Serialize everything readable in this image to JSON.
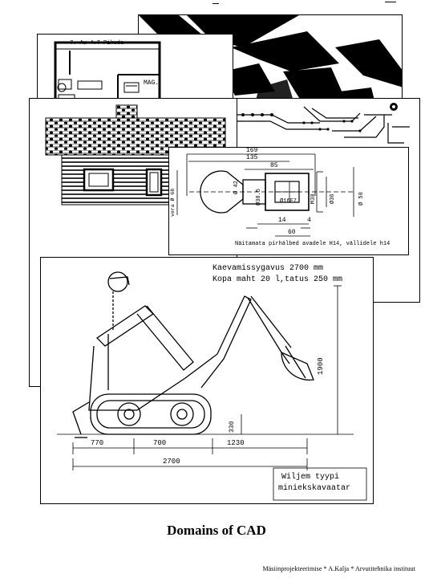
{
  "caption": "Domains of CAD",
  "footer": "Mäsiinprojekteerimise * A.Kalja * Arvutitehnika instituut",
  "floor_plan": {
    "room_label": "7. Au 4.7 Pikuda",
    "mag_label": "MAG."
  },
  "part_drawing": {
    "dims": {
      "d169": "169",
      "d135": "135",
      "d85": "85",
      "d42": "Ø 42",
      "d30_5": "Ø30.5",
      "d16f7": "Ø16F7",
      "m30": "M30",
      "d36": "Ø36",
      "d50": "Ø 50",
      "d68": "vera Ø 68",
      "d14": "14",
      "d4": "4",
      "d60": "60"
    },
    "note": "Näitamata pirhälbed avadele H14, vällidele h14"
  },
  "excavator": {
    "spec_line1": "Kaevamissygavus 2700 mm",
    "spec_line2": "Kopa maht 20 l,tatus 250 mm",
    "height_dim": "1900",
    "clearance_dim": "330",
    "dim_770": "770",
    "dim_700": "700",
    "dim_1230": "1230",
    "dim_total": "2700",
    "title_line1": "Wiljem tyypi",
    "title_line2": "miniekskavaatar"
  }
}
